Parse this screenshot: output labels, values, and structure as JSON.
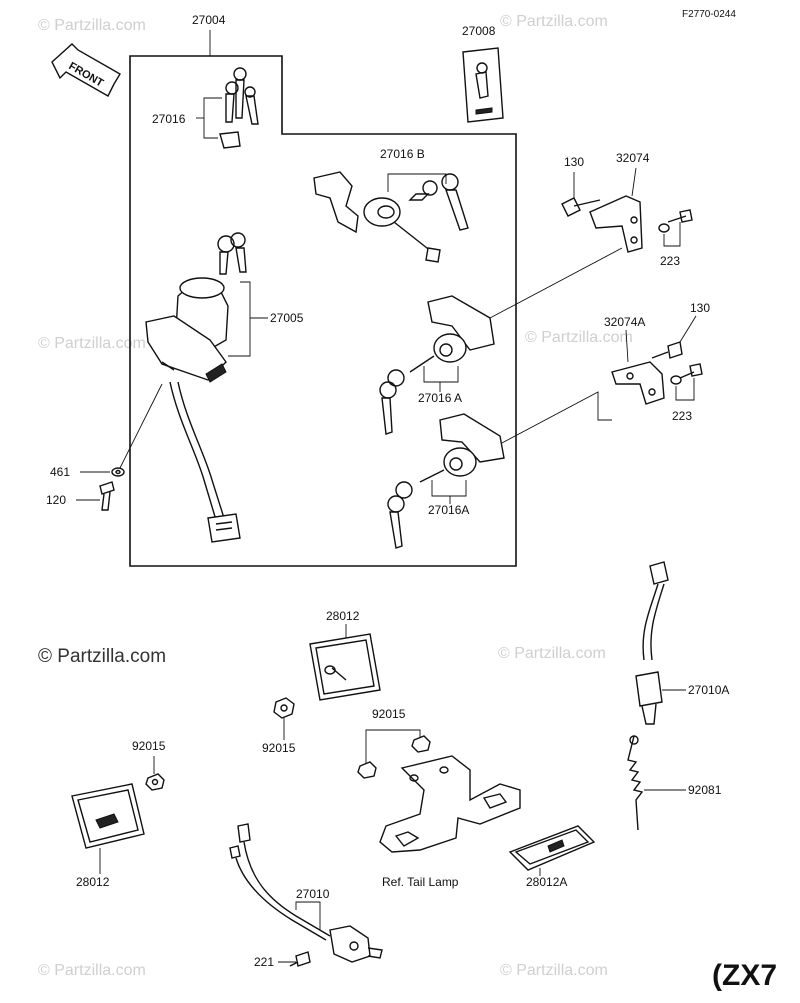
{
  "figure_code": "F2770-0244",
  "model_tag": "(ZX7",
  "watermark_text": "© Partzilla.com",
  "front_arrow_label": "FRONT",
  "labels": {
    "p27004": "27004",
    "p27008": "27008",
    "p27016": "27016",
    "p27016b": "27016 B",
    "p130a": "130",
    "p32074": "32074",
    "p223a": "223",
    "p27005": "27005",
    "p32074a": "32074A",
    "p130b": "130",
    "p27016a_1": "27016 A",
    "p223b": "223",
    "p461": "461",
    "p27016a_2": "27016A",
    "p120": "120",
    "p28012_top": "28012",
    "p27010a": "27010A",
    "p92015_a": "92015",
    "p92015_b": "92015",
    "p92015_c": "92015",
    "p92081": "92081",
    "p28012_left": "28012",
    "ref_tail_lamp": "Ref. Tail Lamp",
    "p28012a": "28012A",
    "p27010": "27010",
    "p221": "221"
  }
}
